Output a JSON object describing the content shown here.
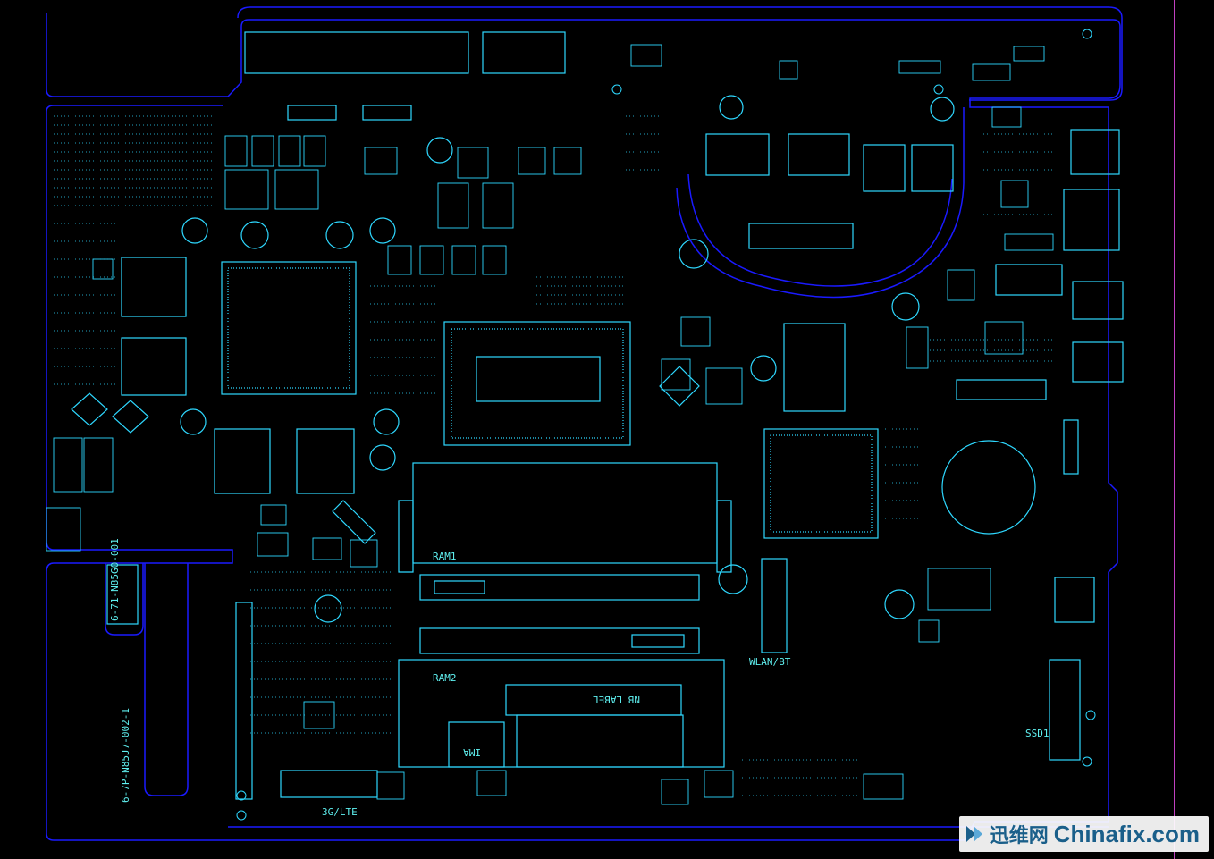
{
  "colors": {
    "background": "#000000",
    "outline": "#1a1aff",
    "component": "#2ed8ff",
    "silk": "#5ff0f0",
    "watermark": "#1a5f8a"
  },
  "labels": {
    "ram1": "RAM1",
    "ram2": "RAM2",
    "nb_label": "NB LABEL",
    "wlan": "WLAN/BT",
    "ssd": "SSD1",
    "lte": "3G/LTE",
    "ima": "IMA",
    "part_number": "6-7P-N85J7-002-1",
    "small_text": "6-71-N85G0-001"
  },
  "watermark": {
    "cn": "迅维网",
    "en": "Chinafix.com"
  }
}
